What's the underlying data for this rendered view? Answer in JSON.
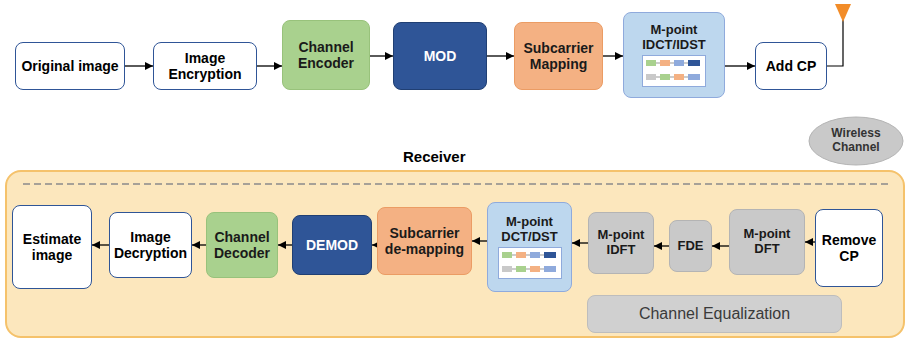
{
  "diagram": {
    "nodes": [
      {
        "text": [
          "Original image"
        ]
      },
      {
        "text": [
          "Image Encryption"
        ]
      },
      {
        "text": [
          "Channel Encoder"
        ]
      },
      {
        "text": [
          "MOD"
        ]
      },
      {
        "text": [
          "Subcarrier Mapping"
        ]
      },
      {
        "text": [
          "M-point IDCT/IDST"
        ]
      },
      {
        "text": [
          "Add CP"
        ]
      },
      {
        "text": [
          "Wireless Channel"
        ]
      },
      {
        "text": [
          "Receiver"
        ]
      },
      {
        "text": [
          "Estimate image"
        ],
        "in": 8
      },
      {
        "text": [
          "Image Decryption"
        ],
        "in": 8
      },
      {
        "text": [
          "Channel Decoder"
        ],
        "in": 8
      },
      {
        "text": [
          "DEMOD"
        ],
        "in": 8
      },
      {
        "text": [
          "Subcarrier de-mapping"
        ],
        "in": 8
      },
      {
        "text": [
          "M-point DCT/DST"
        ],
        "in": 8
      },
      {
        "text": [
          "M-point IDFT"
        ],
        "in": 8
      },
      {
        "text": [
          "FDE"
        ],
        "in": 8
      },
      {
        "text": [
          "M-point DFT"
        ],
        "in": 8
      },
      {
        "text": [
          "Remove CP"
        ],
        "in": 8
      },
      {
        "text": [
          "Channel Equalization"
        ],
        "in": 8
      }
    ],
    "edges": [
      {
        "from": 0,
        "to": 1,
        "arrow": "to"
      },
      {
        "from": 1,
        "to": 2,
        "arrow": "to"
      },
      {
        "from": 2,
        "to": 3,
        "arrow": "to"
      },
      {
        "from": 3,
        "to": 4,
        "arrow": "to"
      },
      {
        "from": 4,
        "to": 5,
        "arrow": "to"
      },
      {
        "from": 5,
        "to": 6,
        "arrow": "to"
      },
      {
        "from": 18,
        "to": 17,
        "arrow": "to"
      },
      {
        "from": 17,
        "to": 16,
        "arrow": "to"
      },
      {
        "from": 16,
        "to": 15,
        "arrow": "to"
      },
      {
        "from": 15,
        "to": 14,
        "arrow": "to"
      },
      {
        "from": 14,
        "to": 13,
        "arrow": "to"
      },
      {
        "from": 13,
        "to": 12,
        "arrow": "to"
      },
      {
        "from": 12,
        "to": 11,
        "arrow": "to"
      },
      {
        "from": 11,
        "to": 10,
        "arrow": "to"
      },
      {
        "from": 10,
        "to": 9,
        "arrow": "to"
      }
    ]
  }
}
